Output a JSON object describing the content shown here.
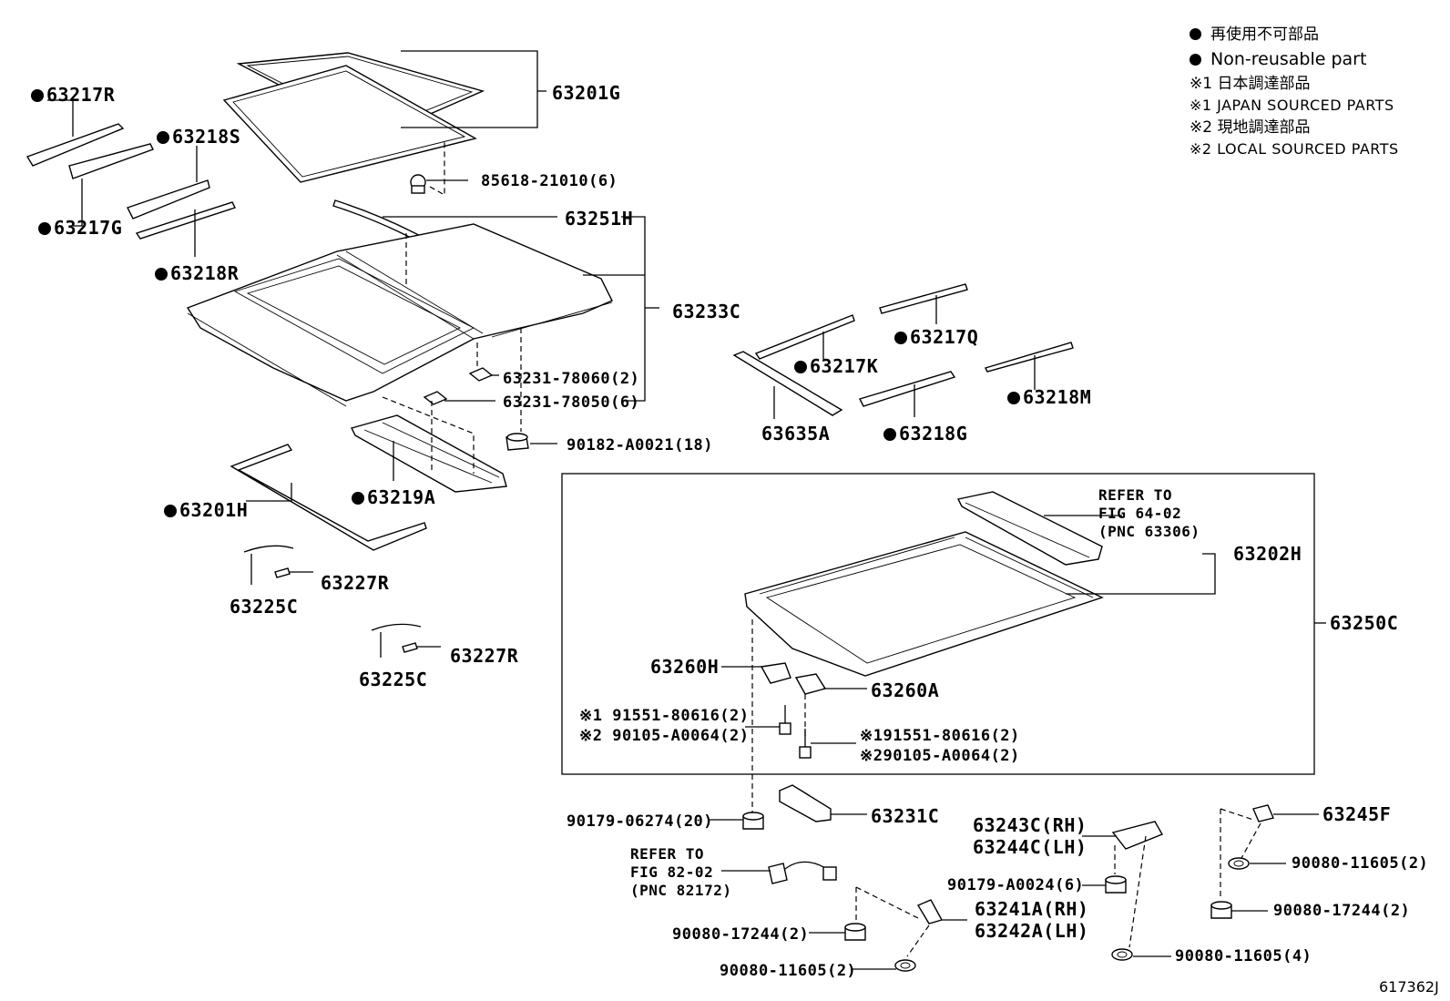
{
  "legend": {
    "non_reusable_jp": "再使用不可部品",
    "non_reusable_en": "Non-reusable part",
    "note1_jp": "※1 日本調達部品",
    "note1_en": "※1 JAPAN SOURCED PARTS",
    "note2_jp": "※2 現地調達部品",
    "note2_en": "※2 LOCAL SOURCED PARTS"
  },
  "labels": {
    "p63217R": "63217R",
    "p63217G": "63217G",
    "p63218S": "63218S",
    "p63218R": "63218R",
    "p63201G": "63201G",
    "p85618": "85618-21010(6)",
    "p63251H": "63251H",
    "p63233C": "63233C",
    "p63231_78060": "63231-78060(2)",
    "p63231_78050": "63231-78050(6)",
    "p90182": "90182-A0021(18)",
    "p63219A": "63219A",
    "p63201H": "63201H",
    "p63227R_1": "63227R",
    "p63225C_1": "63225C",
    "p63227R_2": "63227R",
    "p63225C_2": "63225C",
    "p63217Q": "63217Q",
    "p63217K": "63217K",
    "p63218M": "63218M",
    "p63635A": "63635A",
    "p63218G": "63218G",
    "ref1_line1": "REFER TO",
    "ref1_line2": "FIG 64-02",
    "ref1_line3": "(PNC 63306)",
    "p63202H": "63202H",
    "p63250C": "63250C",
    "p63260H": "63260H",
    "p63260A": "63260A",
    "bolt_l1": "※1 91551-80616(2)",
    "bolt_l2": "※2 90105-A0064(2)",
    "bolt_r1": "※191551-80616(2)",
    "bolt_r2": "※290105-A0064(2)",
    "p90179_06274": "90179-06274(20)",
    "p63231C": "63231C",
    "p63243C": "63243C(RH)",
    "p63244C": "63244C(LH)",
    "p63245F": "63245F",
    "ref2_line1": "REFER TO",
    "ref2_line2": "FIG 82-02",
    "ref2_line3": "(PNC 82172)",
    "p90179_A0024": "90179-A0024(6)",
    "p90080_11605_2a": "90080-11605(2)",
    "p63241A": "63241A(RH)",
    "p63242A": "63242A(LH)",
    "p90080_17244_l": "90080-17244(2)",
    "p90080_17244_r": "90080-17244(2)",
    "p90080_11605_2b": "90080-11605(2)",
    "p90080_11605_4": "90080-11605(4)",
    "fig_code": "617362J"
  }
}
